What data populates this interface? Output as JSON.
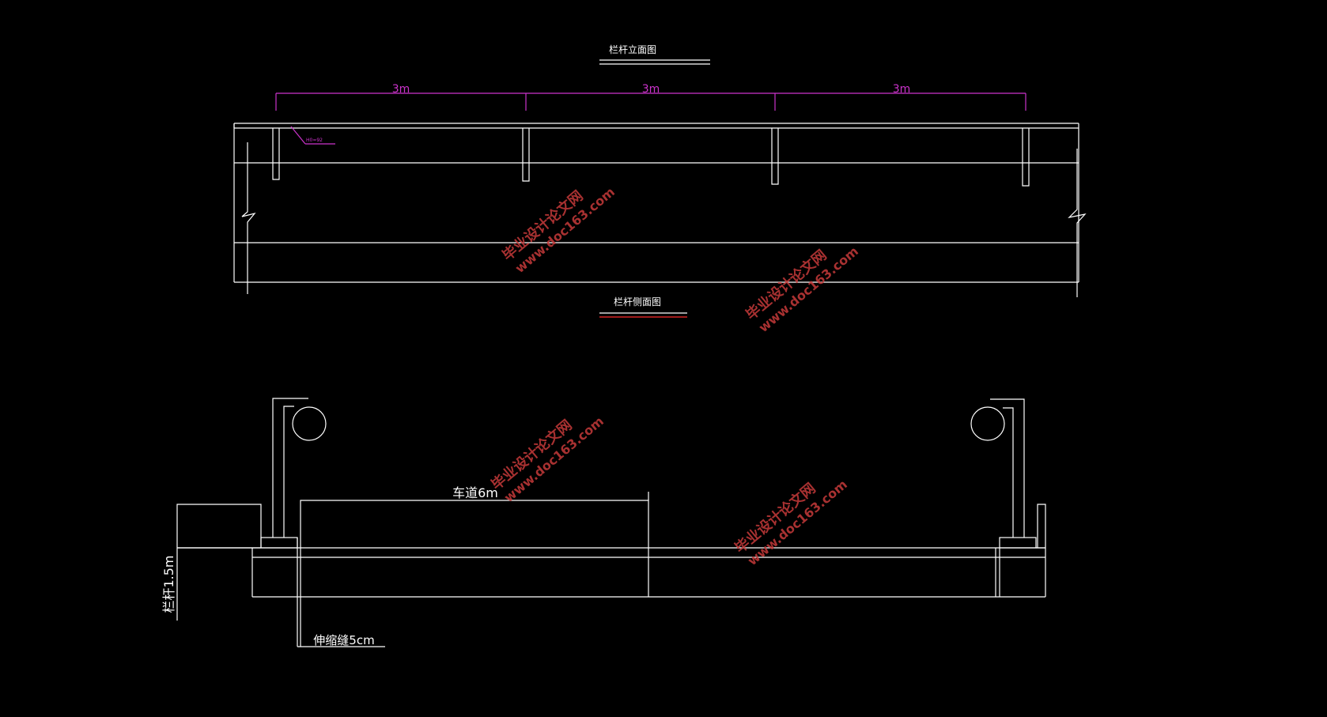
{
  "elevation": {
    "title": "栏杆立面图",
    "dimensions": [
      "3m",
      "3m",
      "3m"
    ],
    "leader_note": "H0=92"
  },
  "section": {
    "title": "栏杆侧面图",
    "lane_label": "车道6m",
    "railing_label": "栏杆1.5m",
    "joint_label": "伸缩缝5cm"
  },
  "watermarks": [
    {
      "line1": "毕业设计论文网",
      "line2": "www.doc163.com"
    },
    {
      "line1": "毕业设计论文网",
      "line2": "www.doc163.com"
    },
    {
      "line1": "毕业设计论文网",
      "line2": "www.doc163.com"
    },
    {
      "line1": "毕业设计论文网",
      "line2": "www.doc163.com"
    }
  ],
  "colors": {
    "background": "#000000",
    "line": "#ffffff",
    "dimension": "#cc33cc",
    "underline_accent": "#ff2a2a",
    "watermark": "#c63a3a"
  }
}
